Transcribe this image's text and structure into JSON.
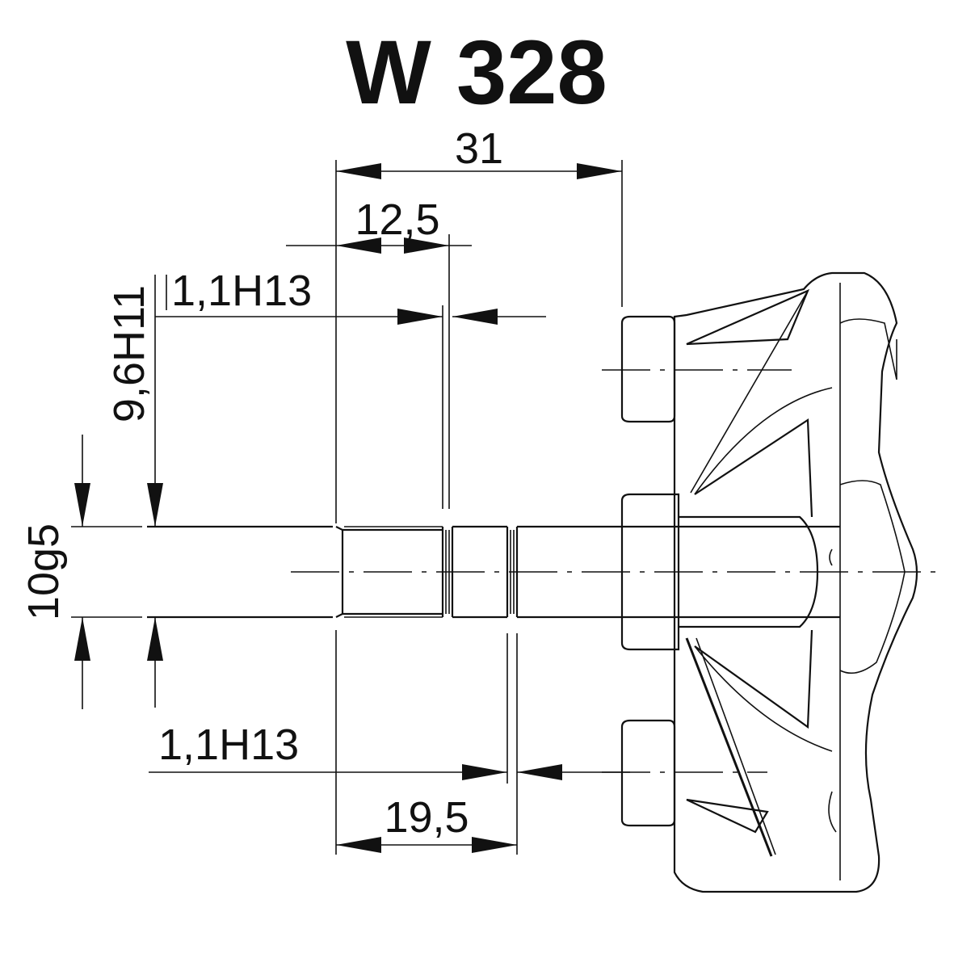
{
  "title": "W 328",
  "dimensions": {
    "overall_length": "31",
    "groove_1_position": "12,5",
    "groove_1_width": "1,1H13",
    "groove_1_diameter": "9,6H11",
    "shaft_diameter": "10g5",
    "groove_2_width": "1,1H13",
    "groove_2_position": "19,5"
  }
}
